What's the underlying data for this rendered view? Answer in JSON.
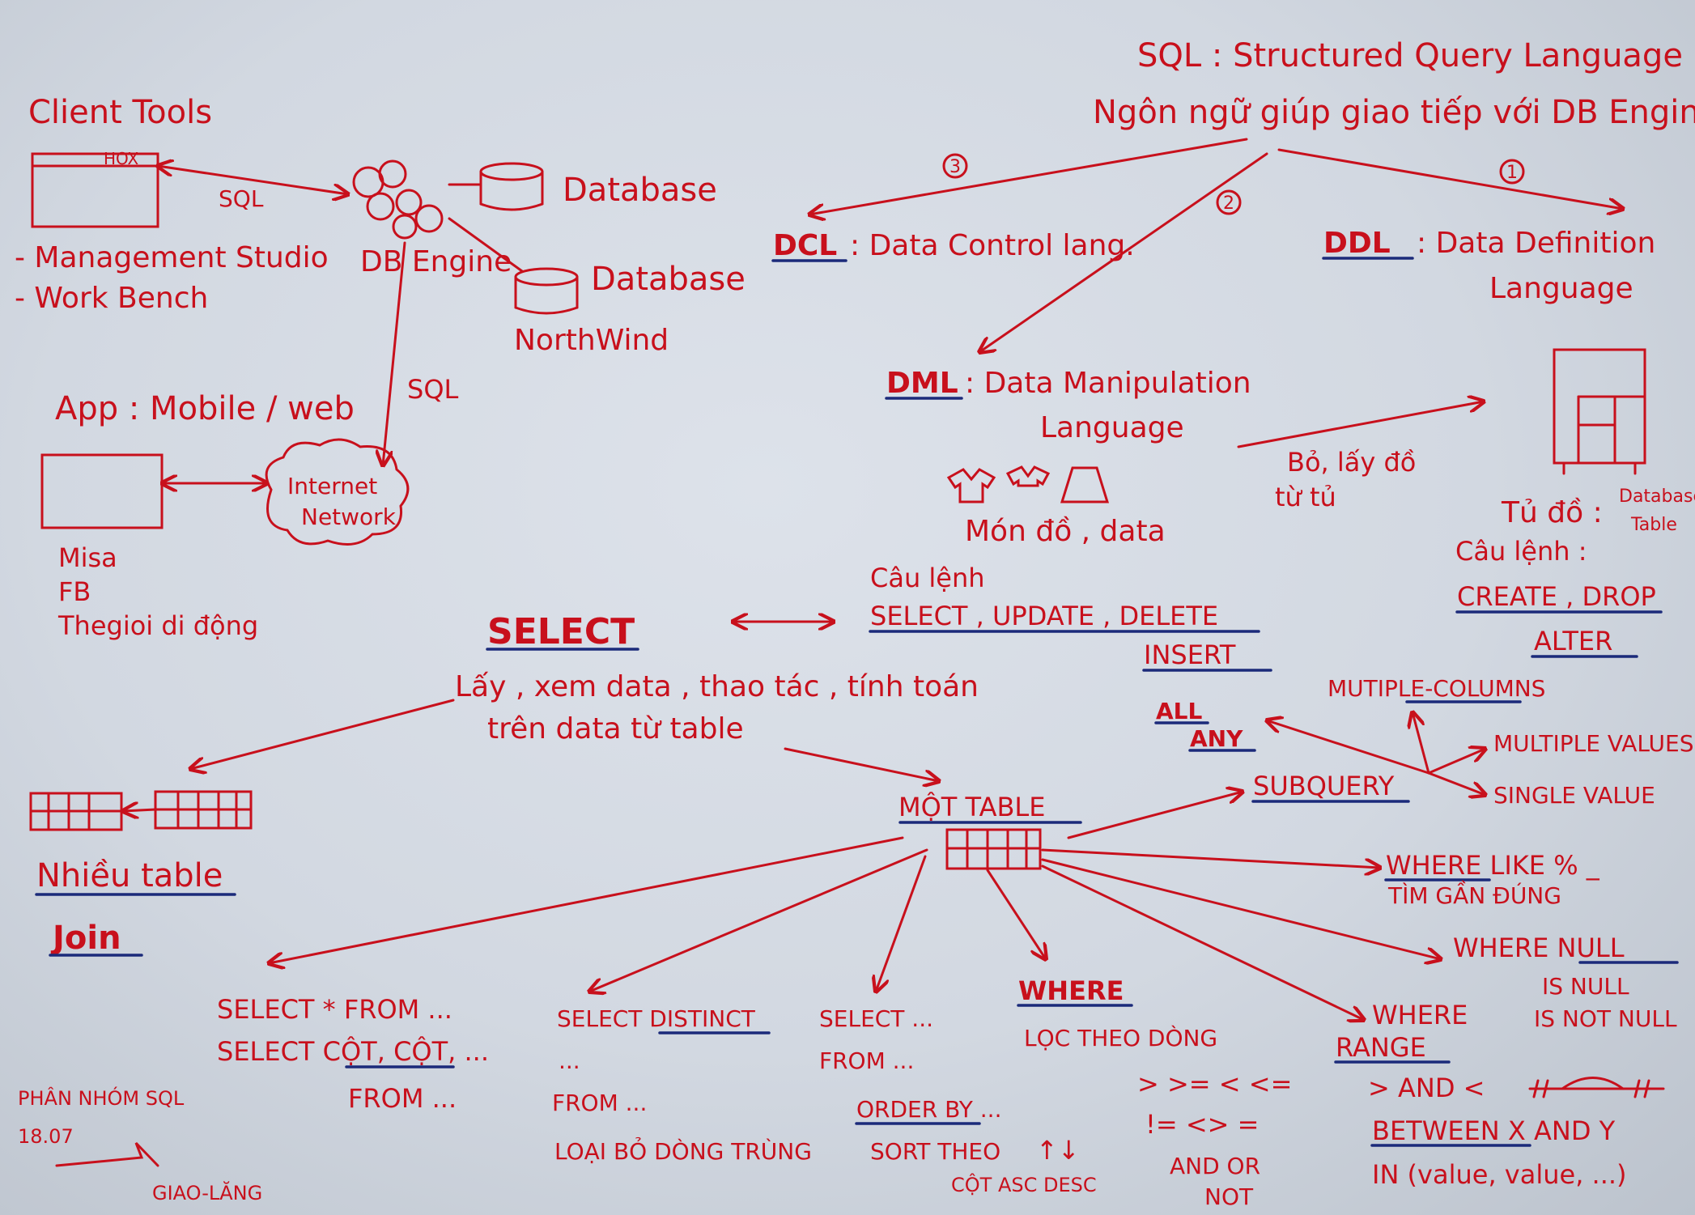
{
  "colors": {
    "ink": "#c8101c",
    "underline": "#1b2a7a",
    "paper": "#d6dbe3"
  },
  "top_left": {
    "client_tools": "Client Tools",
    "sql_label_1": "SQL",
    "management_studio": "- Management Studio",
    "workbench": "- Work Bench",
    "db_engine": "DB Engine",
    "database_1": "Database",
    "database_2": "Database",
    "northwind": "NorthWind",
    "sql_label_2": "SQL",
    "app_mobile_web": "App : Mobile / web",
    "internet_network": "Internet Network",
    "misa": "Misa",
    "fb": "FB",
    "thegioididong": "Thegioi di động"
  },
  "top_right": {
    "sql_title": "SQL : Structured Query Language",
    "sql_desc": "Ngôn ngữ giúp giao tiếp với DB Engine",
    "num_1": "1",
    "num_2": "2",
    "num_3": "3",
    "dcl_abbr": "DCL",
    "dcl_full": ": Data Control lang.",
    "ddl_abbr": "DDL",
    "ddl_full_1": ": Data Definition",
    "ddl_full_2": "Language",
    "dml_abbr": "DML",
    "dml_full_1": ": Data Manipulation",
    "dml_full_2": "Language",
    "mon_do_data": "Món đồ , data",
    "bo_lay_do": "Bỏ, lấy đồ",
    "tu_tu": "từ tủ",
    "tu_do": "Tủ đồ :",
    "database_table_1": "Database",
    "database_table_2": "Table",
    "cau_lenh_ddl": "Câu lệnh :",
    "create_drop": "CREATE , DROP",
    "alter": "ALTER",
    "cau_lenh_dml": "Câu lệnh",
    "dml_commands": "SELECT , UPDATE , DELETE",
    "insert": "INSERT"
  },
  "select_section": {
    "select_title": "SELECT",
    "desc_1": "Lấy , xem data , thao tác , tính toán",
    "desc_2": "trên data từ table",
    "nhieu_table": "Nhiều table",
    "join": "Join",
    "mot_table": "MỘT TABLE"
  },
  "subquery": {
    "multiple_columns": "MUTIPLE-COLUMNS",
    "all": "ALL",
    "any": "ANY",
    "subquery": "SUBQUERY",
    "multiple_values": "MULTIPLE VALUES",
    "single_value": "SINGLE VALUE"
  },
  "where_like": {
    "label": "WHERE LIKE % _",
    "tim_gan_dung": "TÌM GẦN ĐÚNG"
  },
  "where_null": {
    "label": "WHERE NULL",
    "is_null": "IS NULL",
    "is_not_null": "IS NOT NULL"
  },
  "where_range": {
    "where": "WHERE",
    "range": "RANGE",
    "and_cmp": "> AND <",
    "between": "BETWEEN X AND Y",
    "in_values": "IN (value, value, ...)"
  },
  "bottom": {
    "select_star": "SELECT * FROM ...",
    "select_cols": "SELECT CỘT, CỘT, ...",
    "from_1": "FROM ...",
    "select_distinct": "SELECT DISTINCT",
    "dots": "...",
    "from_2": "FROM ...",
    "loai_bo": "LOẠI BỎ DÒNG TRÙNG",
    "select_dots": "SELECT ...",
    "from_3": "FROM ...",
    "order_by": "ORDER BY ...",
    "sort_theo": "SORT THEO",
    "cot_asc_desc": "CỘT ASC DESC",
    "arrows_updown": "↑↓",
    "where": "WHERE",
    "loc_theo_dong": "LỌC THEO DÒNG",
    "ops_1": "> >= < <=",
    "ops_2": "!= <> =",
    "and_or": "AND OR",
    "not": "NOT"
  },
  "signature": {
    "group": "PHÂN NHÓM SQL",
    "date": "18.07",
    "name": "GIAO-LĂNG"
  }
}
